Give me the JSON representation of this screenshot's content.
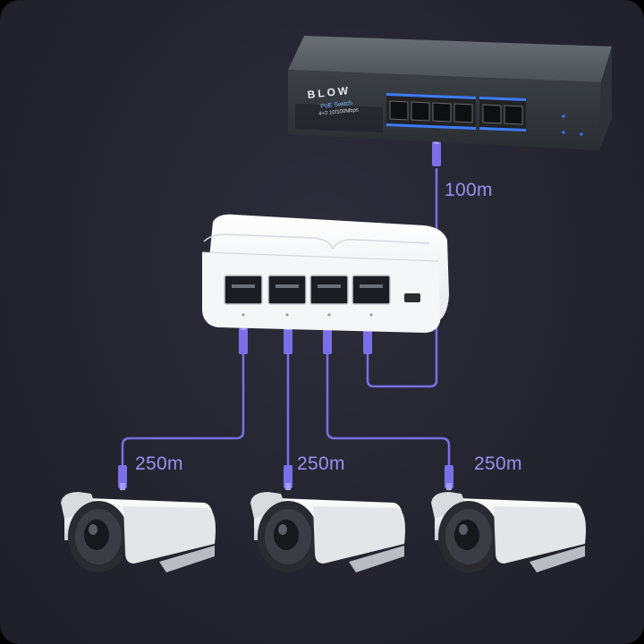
{
  "switch": {
    "brand": "BLOW",
    "model": "PoE Switch",
    "ports_spec": "4+2 10/100Mbps"
  },
  "links": {
    "uplink_distance": "100m",
    "camera_1_distance": "250m",
    "camera_2_distance": "250m",
    "camera_3_distance": "250m"
  },
  "colors": {
    "background": "#24242f",
    "cable": "#7b6fe8",
    "label": "#9b8ff0",
    "switch_body": "#4a4f56",
    "extender_body": "#f3f4f6"
  },
  "icons": [
    "poe-switch-icon",
    "poe-extender-icon",
    "cctv-camera-icon",
    "rj45-connector-icon"
  ]
}
